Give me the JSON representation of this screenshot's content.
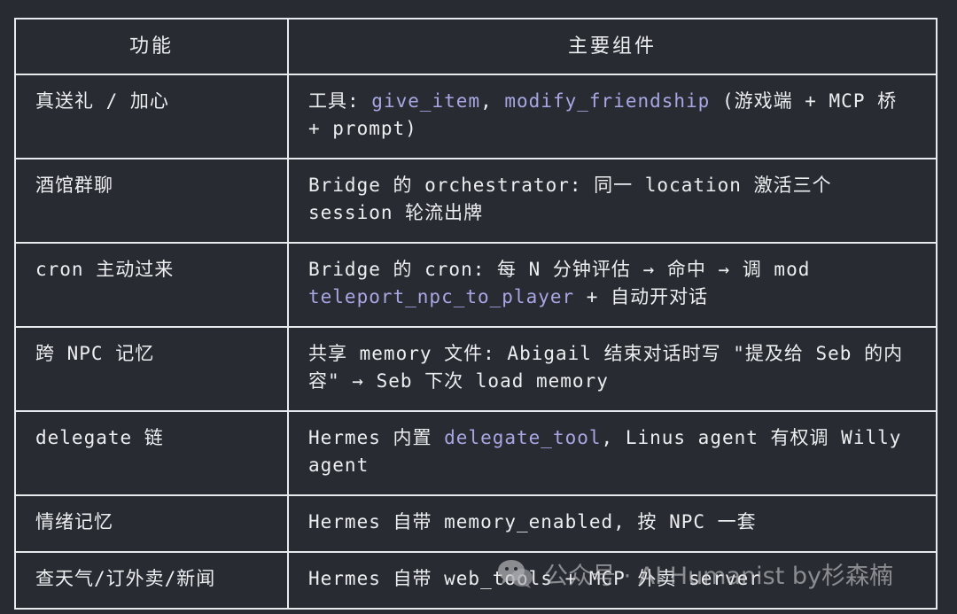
{
  "table": {
    "headers": [
      "功能",
      "主要组件"
    ],
    "rows": [
      {
        "feature": "真送礼 / 加心",
        "components": [
          {
            "text": "工具: ",
            "code": false
          },
          {
            "text": "give_item",
            "code": true
          },
          {
            "text": ", ",
            "code": false
          },
          {
            "text": "modify_friendship",
            "code": true
          },
          {
            "text": " (游戏端 + MCP 桥 + prompt)",
            "code": false
          }
        ]
      },
      {
        "feature": "酒馆群聊",
        "components": [
          {
            "text": "Bridge 的 orchestrator: 同一 location 激活三个 session 轮流出牌",
            "code": false
          }
        ]
      },
      {
        "feature": "cron 主动过来",
        "components": [
          {
            "text": "Bridge 的 cron: 每 N 分钟评估 → 命中 → 调 mod ",
            "code": false
          },
          {
            "text": "teleport_npc_to_player",
            "code": true
          },
          {
            "text": " + 自动开对话",
            "code": false
          }
        ]
      },
      {
        "feature": "跨 NPC 记忆",
        "components": [
          {
            "text": "共享 memory 文件: Abigail 结束对话时写 \"提及给 Seb 的内容\" → Seb 下次 load memory",
            "code": false
          }
        ]
      },
      {
        "feature": "delegate 链",
        "components": [
          {
            "text": "Hermes 内置 ",
            "code": false
          },
          {
            "text": "delegate_tool",
            "code": true
          },
          {
            "text": ", Linus agent 有权调 Willy agent",
            "code": false
          }
        ]
      },
      {
        "feature": "情绪记忆",
        "components": [
          {
            "text": "Hermes 自带 memory_enabled, 按 NPC 一套",
            "code": false
          }
        ]
      },
      {
        "feature": "查天气/订外卖/新闻",
        "components": [
          {
            "text": "Hermes 自带 web_tools + MCP 外卖 server",
            "code": false
          }
        ]
      }
    ]
  },
  "watermark": {
    "icon": "wechat-icon",
    "text": "公众号 · AI Humanist by杉森楠"
  },
  "colors": {
    "background": "#282b31",
    "border": "#e8eaee",
    "text": "#eceef0",
    "code": "#a7a7e4"
  }
}
